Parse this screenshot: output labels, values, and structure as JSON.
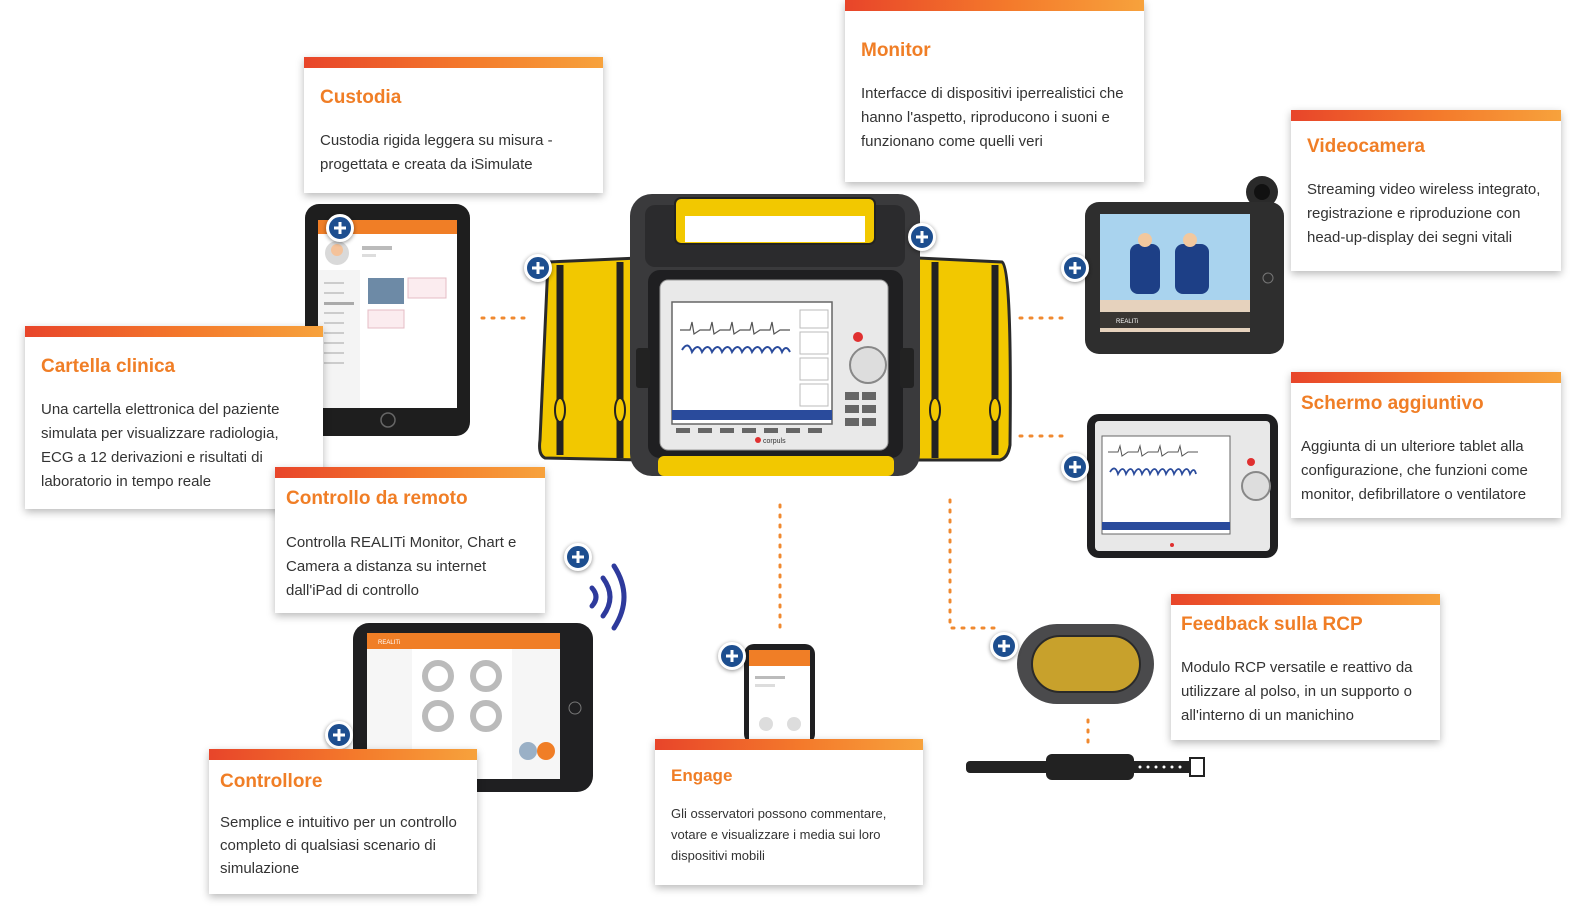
{
  "cards": {
    "custodia": {
      "title": "Custodia",
      "text": "Custodia rigida leggera su misura - progettata e creata da iSimulate"
    },
    "monitor": {
      "title": "Monitor",
      "text": "Interfacce di dispositivi iperrealistici che hanno l'aspetto, riproducono i suoni e funzionano come quelli veri"
    },
    "videocamera": {
      "title": "Videocamera",
      "text": "Streaming video wireless integrato, registrazione e riproduzione con head-up-display dei segni vitali"
    },
    "cartella": {
      "title": "Cartella clinica",
      "text": "Una cartella elettronica del paziente simulata per visualizzare radiologia, ECG a 12 derivazioni e risultati di laboratorio in tempo reale"
    },
    "schermo": {
      "title": "Schermo aggiuntivo",
      "text": "Aggiunta di un ulteriore tablet alla configurazione, che funzioni come monitor, defibrillatore o ventilatore"
    },
    "remoto": {
      "title": "Controllo da remoto",
      "text": "Controlla REALITi Monitor, Chart e Camera a distanza su internet dall'iPad di controllo"
    },
    "rcp": {
      "title": "Feedback sulla RCP",
      "text": "Modulo RCP versatile e reattivo da utilizzare al polso, in un supporto o all'interno di un manichino"
    },
    "engage": {
      "title": "Engage",
      "text": "Gli osservatori possono commentare, votare e visualizzare i media sui loro dispositivi mobili"
    },
    "controllore": {
      "title": "Controllore",
      "text": "Semplice e intuitivo per un controllo completo di qualsiasi scenario di simulazione"
    }
  },
  "labels": {
    "brand_small": "corpuls",
    "realiti": "REALITi"
  },
  "colors": {
    "accent": "#f07e26",
    "plus": "#1d4e8f",
    "case_yellow": "#f2c800",
    "dots": "#f0892f"
  },
  "icons": {
    "plus": "plus-icon",
    "wireless": "wireless-signal-icon"
  }
}
